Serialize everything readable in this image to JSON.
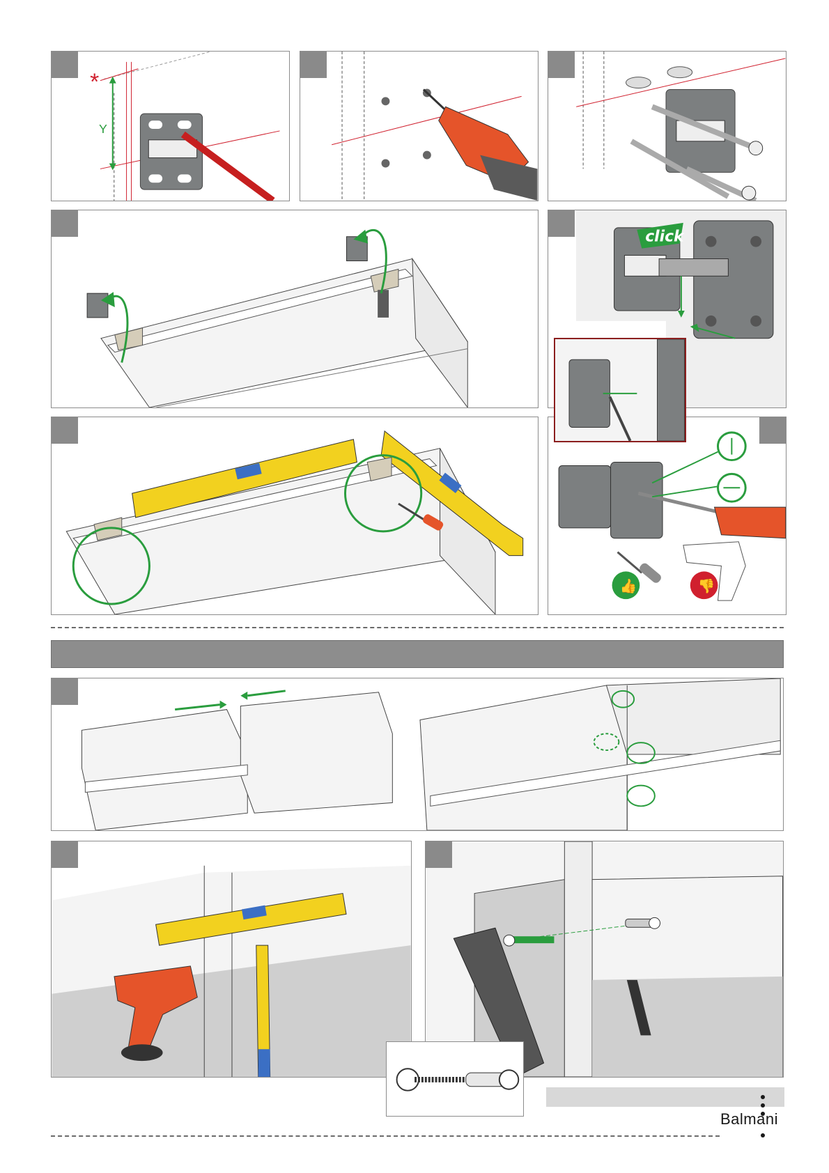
{
  "labels": {
    "y_dimension": "Y",
    "asterisk": "*",
    "click": "click"
  },
  "brand": {
    "name": "Balmani"
  },
  "colors": {
    "step_tab": "#8a8a8a",
    "guide_line": "#d0202e",
    "arrow_green": "#2a9d3e",
    "level_yellow": "#f2d11f",
    "drill_orange": "#e5542a",
    "bracket_gray": "#7c7f80",
    "section_band": "#8d8d8d"
  },
  "icons": {
    "approve": "thumbs-up-icon",
    "reject": "thumbs-down-icon",
    "screwdriver": "screwdriver-icon",
    "drill": "drill-icon"
  }
}
